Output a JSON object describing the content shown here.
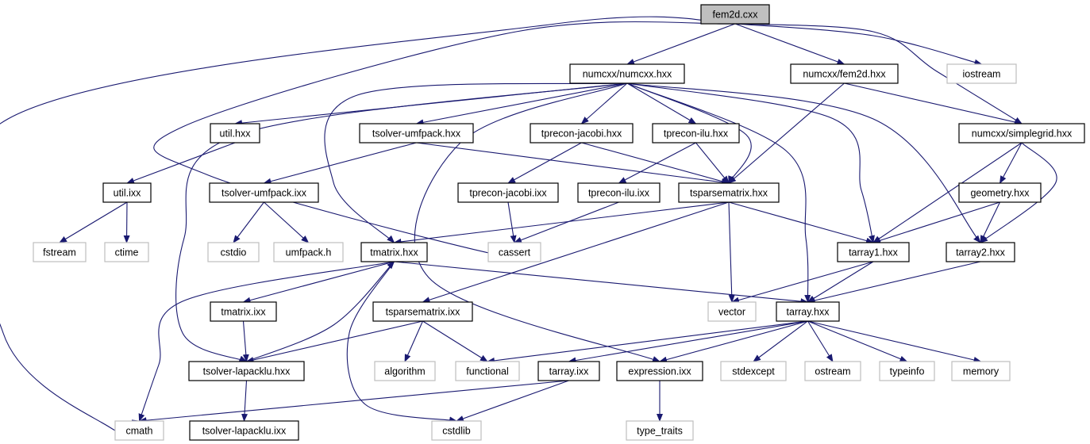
{
  "colors": {
    "edge": "#191970",
    "root_fill": "#bfbfbf",
    "external_border": "#bfbfbf",
    "internal_border": "#000000"
  },
  "nodes": [
    {
      "id": "fem2d_cxx",
      "label": "fem2d.cxx",
      "kind": "root"
    },
    {
      "id": "numcxx_hxx",
      "label": "numcxx/numcxx.hxx",
      "kind": "internal"
    },
    {
      "id": "numcxx_fem2d",
      "label": "numcxx/fem2d.hxx",
      "kind": "internal"
    },
    {
      "id": "iostream",
      "label": "iostream",
      "kind": "external"
    },
    {
      "id": "util_hxx",
      "label": "util.hxx",
      "kind": "internal"
    },
    {
      "id": "tsolver_umfpack_hxx",
      "label": "tsolver-umfpack.hxx",
      "kind": "internal"
    },
    {
      "id": "tprecon_jacobi_hxx",
      "label": "tprecon-jacobi.hxx",
      "kind": "internal"
    },
    {
      "id": "tprecon_ilu_hxx",
      "label": "tprecon-ilu.hxx",
      "kind": "internal"
    },
    {
      "id": "simplegrid_hxx",
      "label": "numcxx/simplegrid.hxx",
      "kind": "internal"
    },
    {
      "id": "util_ixx",
      "label": "util.ixx",
      "kind": "internal"
    },
    {
      "id": "tsolver_umfpack_ixx",
      "label": "tsolver-umfpack.ixx",
      "kind": "internal"
    },
    {
      "id": "tprecon_jacobi_ixx",
      "label": "tprecon-jacobi.ixx",
      "kind": "internal"
    },
    {
      "id": "tprecon_ilu_ixx",
      "label": "tprecon-ilu.ixx",
      "kind": "internal"
    },
    {
      "id": "tsparsematrix_hxx",
      "label": "tsparsematrix.hxx",
      "kind": "internal"
    },
    {
      "id": "geometry_hxx",
      "label": "geometry.hxx",
      "kind": "internal"
    },
    {
      "id": "fstream",
      "label": "fstream",
      "kind": "external"
    },
    {
      "id": "ctime",
      "label": "ctime",
      "kind": "external"
    },
    {
      "id": "cstdio",
      "label": "cstdio",
      "kind": "external"
    },
    {
      "id": "umfpack_h",
      "label": "umfpack.h",
      "kind": "external"
    },
    {
      "id": "tmatrix_hxx",
      "label": "tmatrix.hxx",
      "kind": "internal"
    },
    {
      "id": "cassert",
      "label": "cassert",
      "kind": "external"
    },
    {
      "id": "tarray1_hxx",
      "label": "tarray1.hxx",
      "kind": "internal"
    },
    {
      "id": "tarray2_hxx",
      "label": "tarray2.hxx",
      "kind": "internal"
    },
    {
      "id": "tmatrix_ixx",
      "label": "tmatrix.ixx",
      "kind": "internal"
    },
    {
      "id": "tsparsematrix_ixx",
      "label": "tsparsematrix.ixx",
      "kind": "internal"
    },
    {
      "id": "vector",
      "label": "vector",
      "kind": "external"
    },
    {
      "id": "tarray_hxx",
      "label": "tarray.hxx",
      "kind": "internal"
    },
    {
      "id": "tsolver_lapacklu_hxx",
      "label": "tsolver-lapacklu.hxx",
      "kind": "internal"
    },
    {
      "id": "algorithm",
      "label": "algorithm",
      "kind": "external"
    },
    {
      "id": "functional",
      "label": "functional",
      "kind": "external"
    },
    {
      "id": "tarray_ixx",
      "label": "tarray.ixx",
      "kind": "internal"
    },
    {
      "id": "expression_ixx",
      "label": "expression.ixx",
      "kind": "internal"
    },
    {
      "id": "stdexcept",
      "label": "stdexcept",
      "kind": "external"
    },
    {
      "id": "ostream",
      "label": "ostream",
      "kind": "external"
    },
    {
      "id": "typeinfo",
      "label": "typeinfo",
      "kind": "external"
    },
    {
      "id": "memory",
      "label": "memory",
      "kind": "external"
    },
    {
      "id": "cmath",
      "label": "cmath",
      "kind": "external"
    },
    {
      "id": "tsolver_lapacklu_ixx",
      "label": "tsolver-lapacklu.ixx",
      "kind": "internal"
    },
    {
      "id": "cstdlib",
      "label": "cstdlib",
      "kind": "external"
    },
    {
      "id": "type_traits",
      "label": "type_traits",
      "kind": "external"
    }
  ],
  "edges": [
    [
      "fem2d_cxx",
      "numcxx_hxx"
    ],
    [
      "fem2d_cxx",
      "numcxx_fem2d"
    ],
    [
      "fem2d_cxx",
      "iostream"
    ],
    [
      "fem2d_cxx",
      "simplegrid_hxx"
    ],
    [
      "fem2d_cxx",
      "cassert"
    ],
    [
      "fem2d_cxx",
      "cmath"
    ],
    [
      "numcxx_hxx",
      "util_hxx"
    ],
    [
      "numcxx_hxx",
      "tsolver_umfpack_hxx"
    ],
    [
      "numcxx_hxx",
      "tprecon_jacobi_hxx"
    ],
    [
      "numcxx_hxx",
      "tprecon_ilu_hxx"
    ],
    [
      "numcxx_hxx",
      "tsparsematrix_hxx"
    ],
    [
      "numcxx_hxx",
      "tmatrix_hxx"
    ],
    [
      "numcxx_hxx",
      "tarray1_hxx"
    ],
    [
      "numcxx_hxx",
      "tarray2_hxx"
    ],
    [
      "numcxx_hxx",
      "tarray_hxx"
    ],
    [
      "numcxx_hxx",
      "tsolver_lapacklu_hxx"
    ],
    [
      "numcxx_hxx",
      "expression_ixx"
    ],
    [
      "numcxx_fem2d",
      "tsparsematrix_hxx"
    ],
    [
      "numcxx_fem2d",
      "simplegrid_hxx"
    ],
    [
      "simplegrid_hxx",
      "geometry_hxx"
    ],
    [
      "simplegrid_hxx",
      "tarray1_hxx"
    ],
    [
      "simplegrid_hxx",
      "tarray2_hxx"
    ],
    [
      "geometry_hxx",
      "tarray1_hxx"
    ],
    [
      "geometry_hxx",
      "tarray2_hxx"
    ],
    [
      "util_hxx",
      "util_ixx"
    ],
    [
      "util_ixx",
      "fstream"
    ],
    [
      "util_ixx",
      "ctime"
    ],
    [
      "tsolver_umfpack_hxx",
      "tsolver_umfpack_ixx"
    ],
    [
      "tsolver_umfpack_hxx",
      "tsparsematrix_hxx"
    ],
    [
      "tsolver_umfpack_ixx",
      "cstdio"
    ],
    [
      "tsolver_umfpack_ixx",
      "umfpack_h"
    ],
    [
      "tprecon_jacobi_hxx",
      "tprecon_jacobi_ixx"
    ],
    [
      "tprecon_jacobi_hxx",
      "tsparsematrix_hxx"
    ],
    [
      "tprecon_jacobi_ixx",
      "cassert"
    ],
    [
      "tprecon_ilu_hxx",
      "tprecon_ilu_ixx"
    ],
    [
      "tprecon_ilu_hxx",
      "tsparsematrix_hxx"
    ],
    [
      "tprecon_ilu_ixx",
      "cassert"
    ],
    [
      "tsparsematrix_hxx",
      "tmatrix_hxx"
    ],
    [
      "tsparsematrix_hxx",
      "tarray1_hxx"
    ],
    [
      "tsparsematrix_hxx",
      "vector"
    ],
    [
      "tsparsematrix_hxx",
      "tsparsematrix_ixx"
    ],
    [
      "tarray1_hxx",
      "vector"
    ],
    [
      "tarray1_hxx",
      "tarray_hxx"
    ],
    [
      "tarray2_hxx",
      "tarray_hxx"
    ],
    [
      "tmatrix_hxx",
      "tmatrix_ixx"
    ],
    [
      "tmatrix_hxx",
      "tarray_hxx"
    ],
    [
      "tmatrix_hxx",
      "cmath"
    ],
    [
      "tmatrix_hxx",
      "cstdlib"
    ],
    [
      "tmatrix_ixx",
      "tsolver_lapacklu_hxx"
    ],
    [
      "tsolver_lapacklu_hxx",
      "tmatrix_hxx"
    ],
    [
      "tsolver_lapacklu_hxx",
      "tsolver_lapacklu_ixx"
    ],
    [
      "tsparsematrix_ixx",
      "algorithm"
    ],
    [
      "tsparsematrix_ixx",
      "functional"
    ],
    [
      "tsparsematrix_ixx",
      "tsolver_lapacklu_hxx"
    ],
    [
      "tarray_hxx",
      "functional"
    ],
    [
      "tarray_hxx",
      "tarray_ixx"
    ],
    [
      "tarray_hxx",
      "expression_ixx"
    ],
    [
      "tarray_hxx",
      "stdexcept"
    ],
    [
      "tarray_hxx",
      "ostream"
    ],
    [
      "tarray_hxx",
      "typeinfo"
    ],
    [
      "tarray_hxx",
      "memory"
    ],
    [
      "tarray_ixx",
      "cmath"
    ],
    [
      "tarray_ixx",
      "cstdlib"
    ],
    [
      "expression_ixx",
      "type_traits"
    ]
  ]
}
